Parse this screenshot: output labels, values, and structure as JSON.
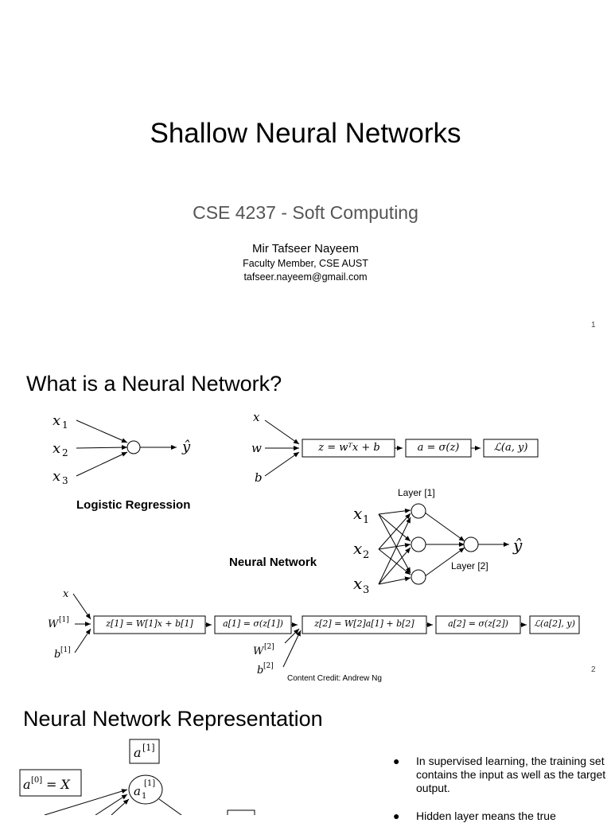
{
  "slide1": {
    "title": "Shallow Neural Networks",
    "subtitle": "CSE 4237 - Soft Computing",
    "author": "Mir Tafseer Nayeem",
    "affiliation": "Faculty Member, CSE AUST",
    "email": "tafseer.nayeem@gmail.com",
    "page": "1"
  },
  "slide2": {
    "heading": "What is a Neural Network?",
    "logistic_label": "Logistic Regression",
    "nn_label": "Neural Network",
    "layer1": "Layer [1]",
    "layer2": "Layer [2]",
    "credit": "Content Credit: Andrew Ng",
    "page": "2",
    "lr_inputs": [
      "x",
      "w",
      "b"
    ],
    "lr_boxes": [
      "z = wᵀx + b",
      "a = σ(z)",
      "ℒ(a, y)"
    ],
    "nn_boxes": [
      "z[1] = W[1]x + b[1]",
      "a[1] = σ(z[1])",
      "z[2] = W[2]a[1] + b[2]",
      "a[2] = σ(z[2])",
      "ℒ(a[2], y)"
    ]
  },
  "slide3": {
    "heading": "Neural Network Representation",
    "bullet1": "In supervised learning, the training set contains the input as well as the target output.",
    "bullet2": "Hidden layer means the true"
  }
}
